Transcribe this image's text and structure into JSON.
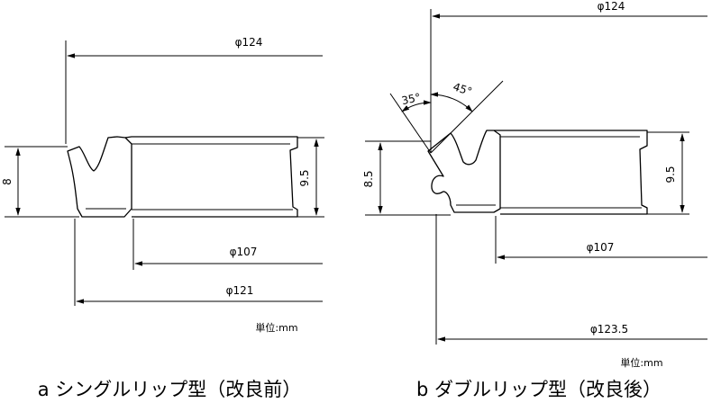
{
  "figure_a": {
    "dim_outer": "φ124",
    "dim_inner": "φ107",
    "dim_base": "φ121",
    "height_left": "8",
    "height_right": "9.5",
    "unit": "単位:mm",
    "caption": "a  シングルリップ型（改良前）"
  },
  "figure_b": {
    "dim_outer": "φ124",
    "dim_inner": "φ107",
    "dim_base": "φ123.5",
    "height_left": "8.5",
    "height_right": "9.5",
    "angle_left": "35°",
    "angle_right": "45°",
    "unit": "単位:mm",
    "caption": "b  ダブルリップ型（改良後）"
  }
}
